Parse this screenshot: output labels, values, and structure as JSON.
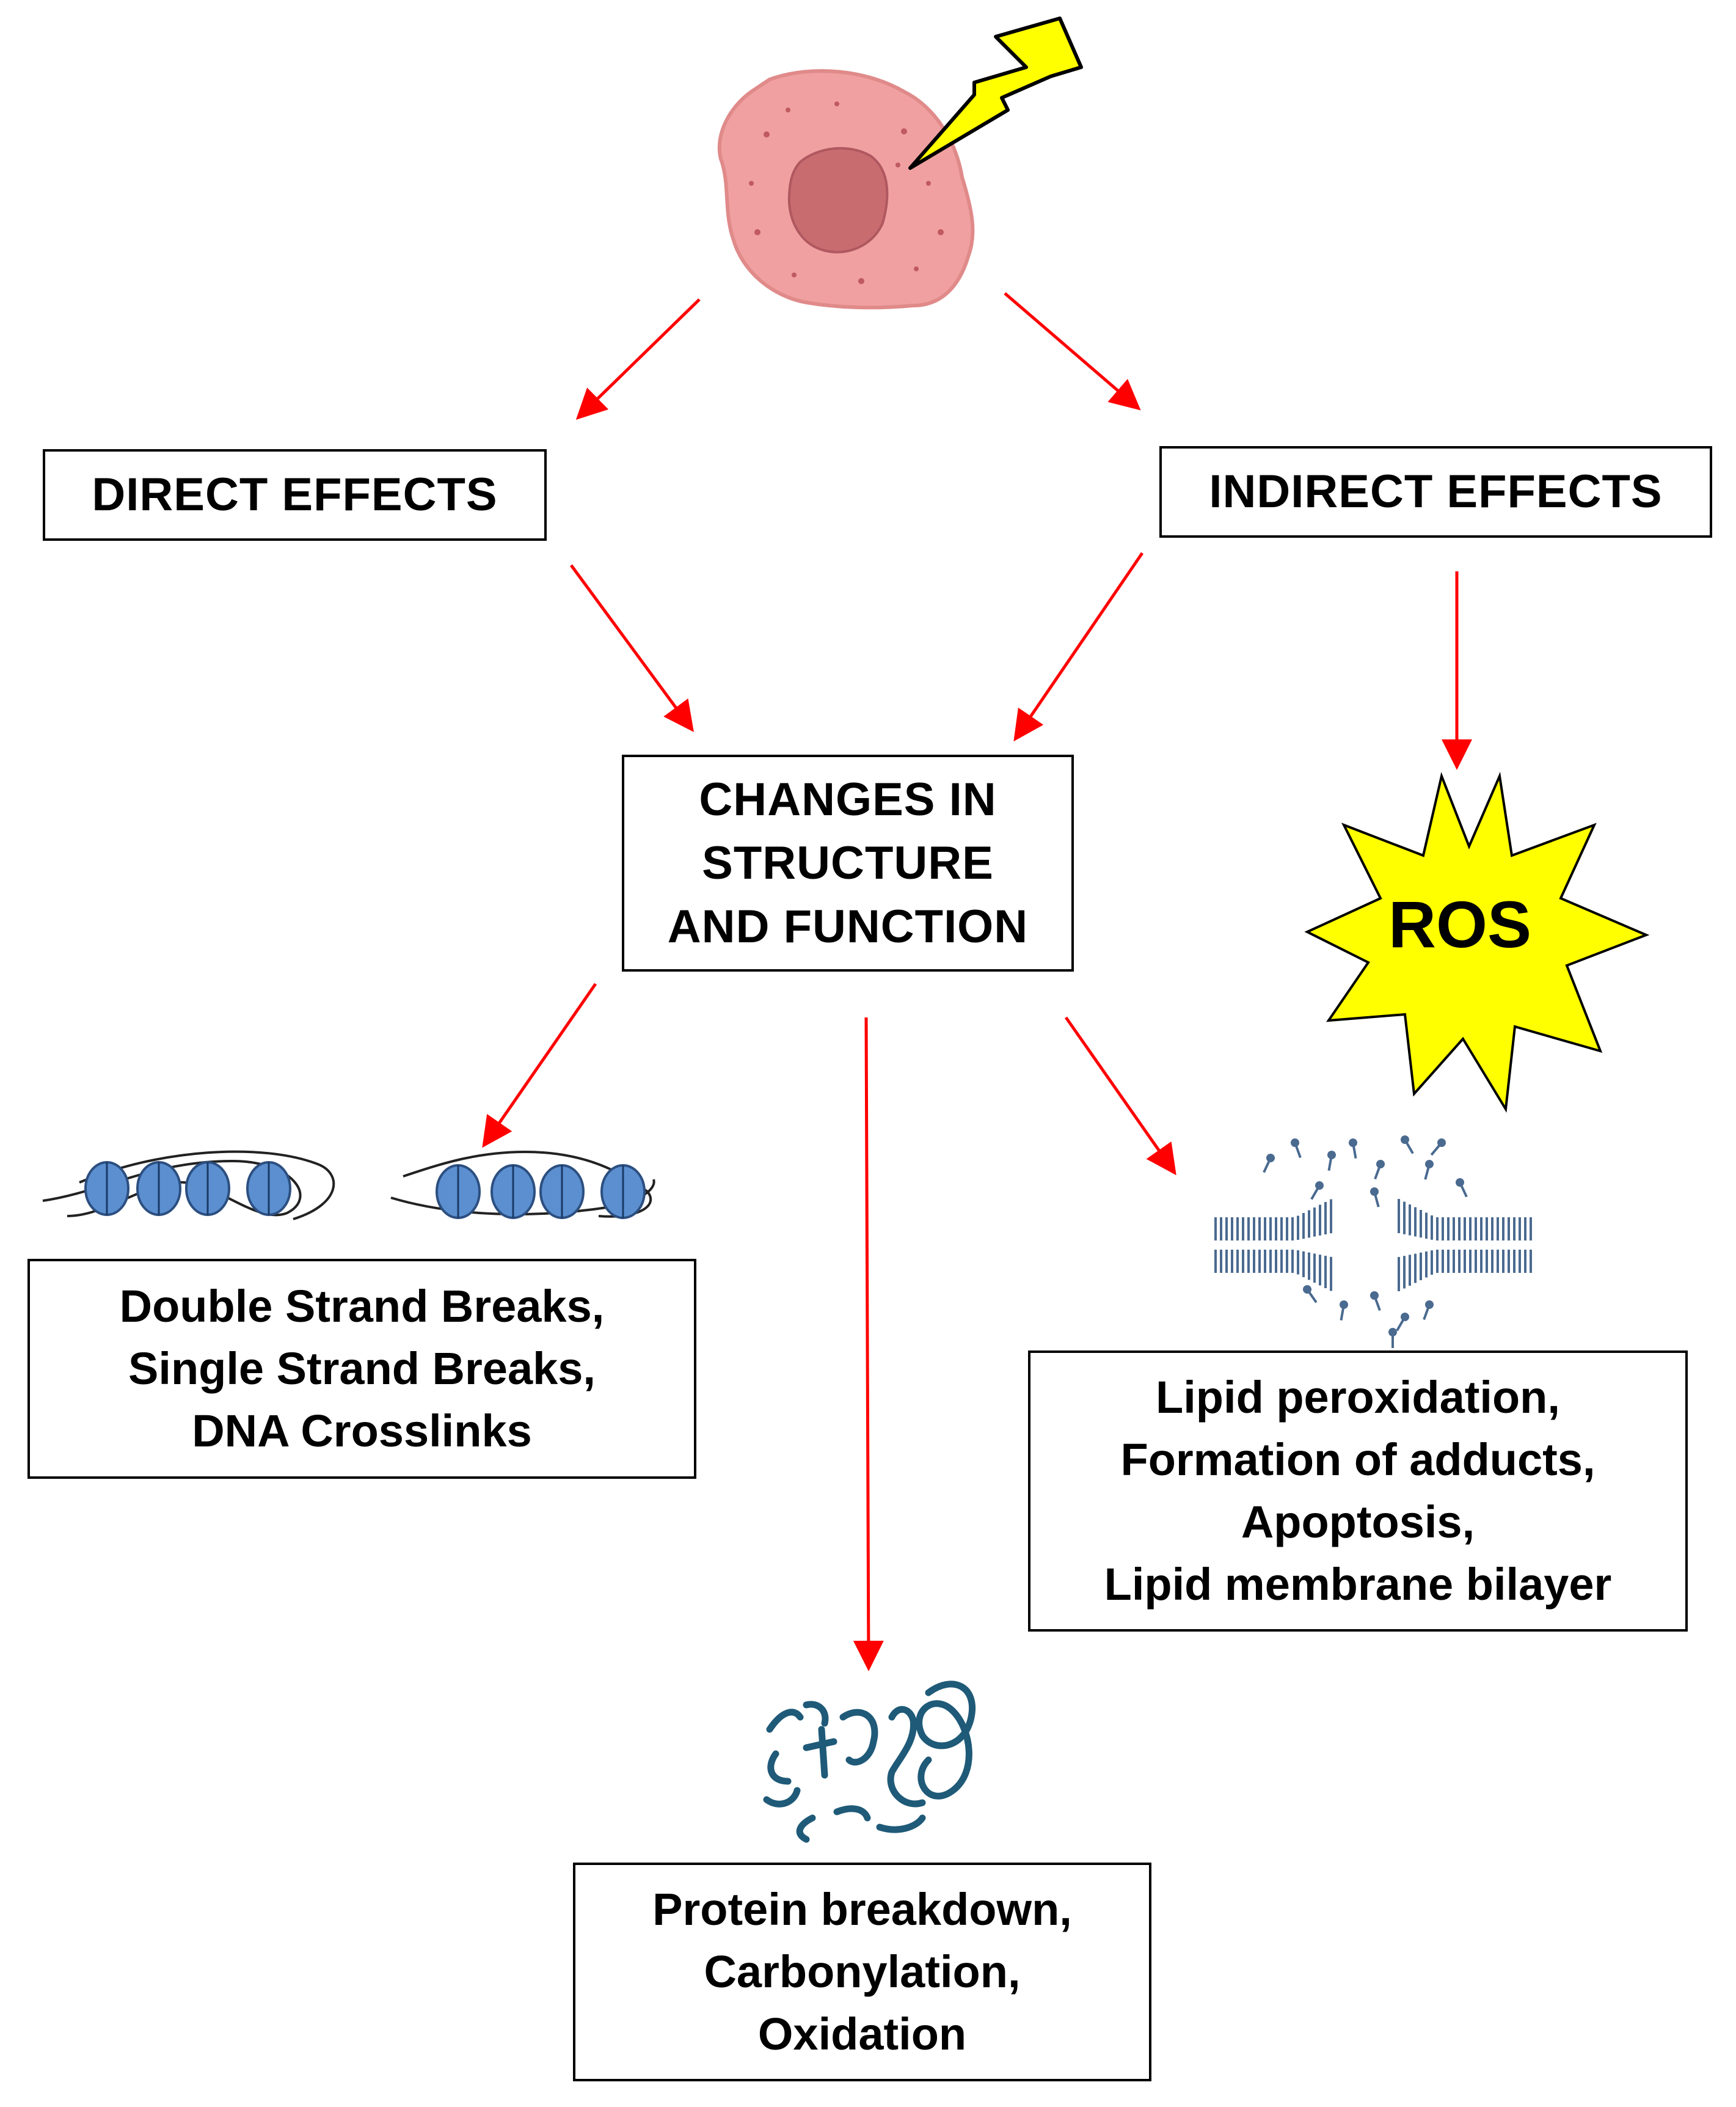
{
  "boxes": {
    "direct": "DIRECT EFFECTS",
    "indirect": "INDIRECT EFFECTS",
    "changes": [
      "CHANGES IN",
      "STRUCTURE",
      "AND FUNCTION"
    ],
    "dna": [
      "Double Strand Breaks,",
      "Single Strand Breaks,",
      "DNA Crosslinks"
    ],
    "lipid": [
      "Lipid peroxidation,",
      "Formation of adducts,",
      "Apoptosis,",
      "Lipid membrane bilayer"
    ],
    "protein": [
      "Protein breakdown,",
      "Carbonylation,",
      "Oxidation"
    ]
  },
  "ros": {
    "label": "ROS"
  },
  "icons": {
    "cell": "irradiated-cell-icon",
    "lightning": "lightning-bolt-icon",
    "ros_burst": "ros-starburst-icon",
    "dna": "dna-nucleosome-icon",
    "membrane": "lipid-bilayer-icon",
    "protein": "protein-fragments-icon"
  },
  "colors": {
    "arrow": "#ff0000",
    "cell": "#f0a0a0",
    "nucleus": "#c86c70",
    "lightning": "#ffff00",
    "ros": "#ffff00",
    "nucleosome": "#5b8fd0",
    "membrane": "#4a6a90",
    "protein": "#1f5a78"
  }
}
